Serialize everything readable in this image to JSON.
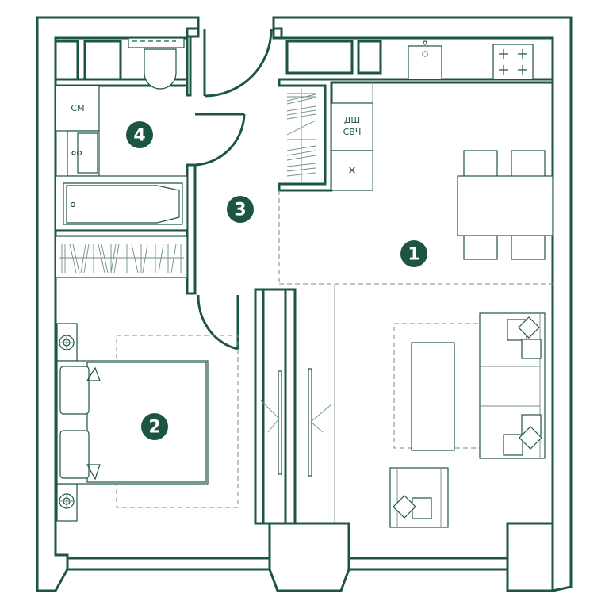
{
  "plan": {
    "colors": {
      "wall": "#1d5640",
      "badge": "#1d5640",
      "furniture_line": "#6f8f82",
      "background": "#ffffff"
    },
    "rooms": [
      {
        "id": "living-kitchen",
        "number": "1"
      },
      {
        "id": "bedroom",
        "number": "2"
      },
      {
        "id": "hallway",
        "number": "3"
      },
      {
        "id": "bathroom",
        "number": "4"
      }
    ],
    "appliances": {
      "washing_machine": "СМ",
      "dishwasher": "ДШ",
      "microwave": "СВЧ",
      "fridge_mark": "×"
    }
  }
}
